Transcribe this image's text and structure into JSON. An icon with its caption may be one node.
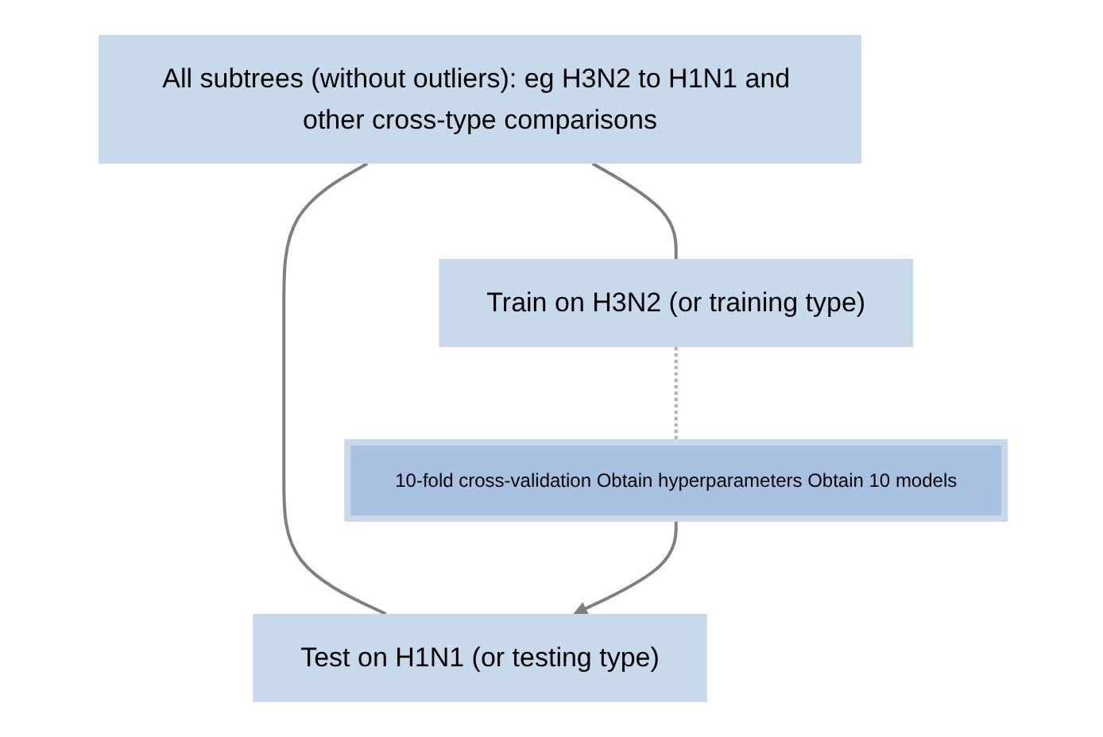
{
  "diagram": {
    "nodes": [
      {
        "text": [
          "All subtrees (without outliers): eg H3N2 to H1N1 and other cross-type comparisons"
        ]
      },
      {
        "text": [
          "Train on H3N2 (or training type)"
        ]
      },
      {
        "text": [
          "Test on H1N1 (or testing type)"
        ]
      },
      {
        "text": [
          "10-fold cross-validation Obtain hyperparameters Obtain 10 models"
        ]
      }
    ],
    "edges": [
      {
        "from": 0,
        "to": 1,
        "arrow": "none"
      },
      {
        "from": 0,
        "to": 2,
        "arrow": "none"
      },
      {
        "from": 1,
        "to": 3,
        "arrow": "none",
        "style": "dashed"
      },
      {
        "from": 3,
        "to": 2,
        "arrow": "to"
      }
    ]
  }
}
